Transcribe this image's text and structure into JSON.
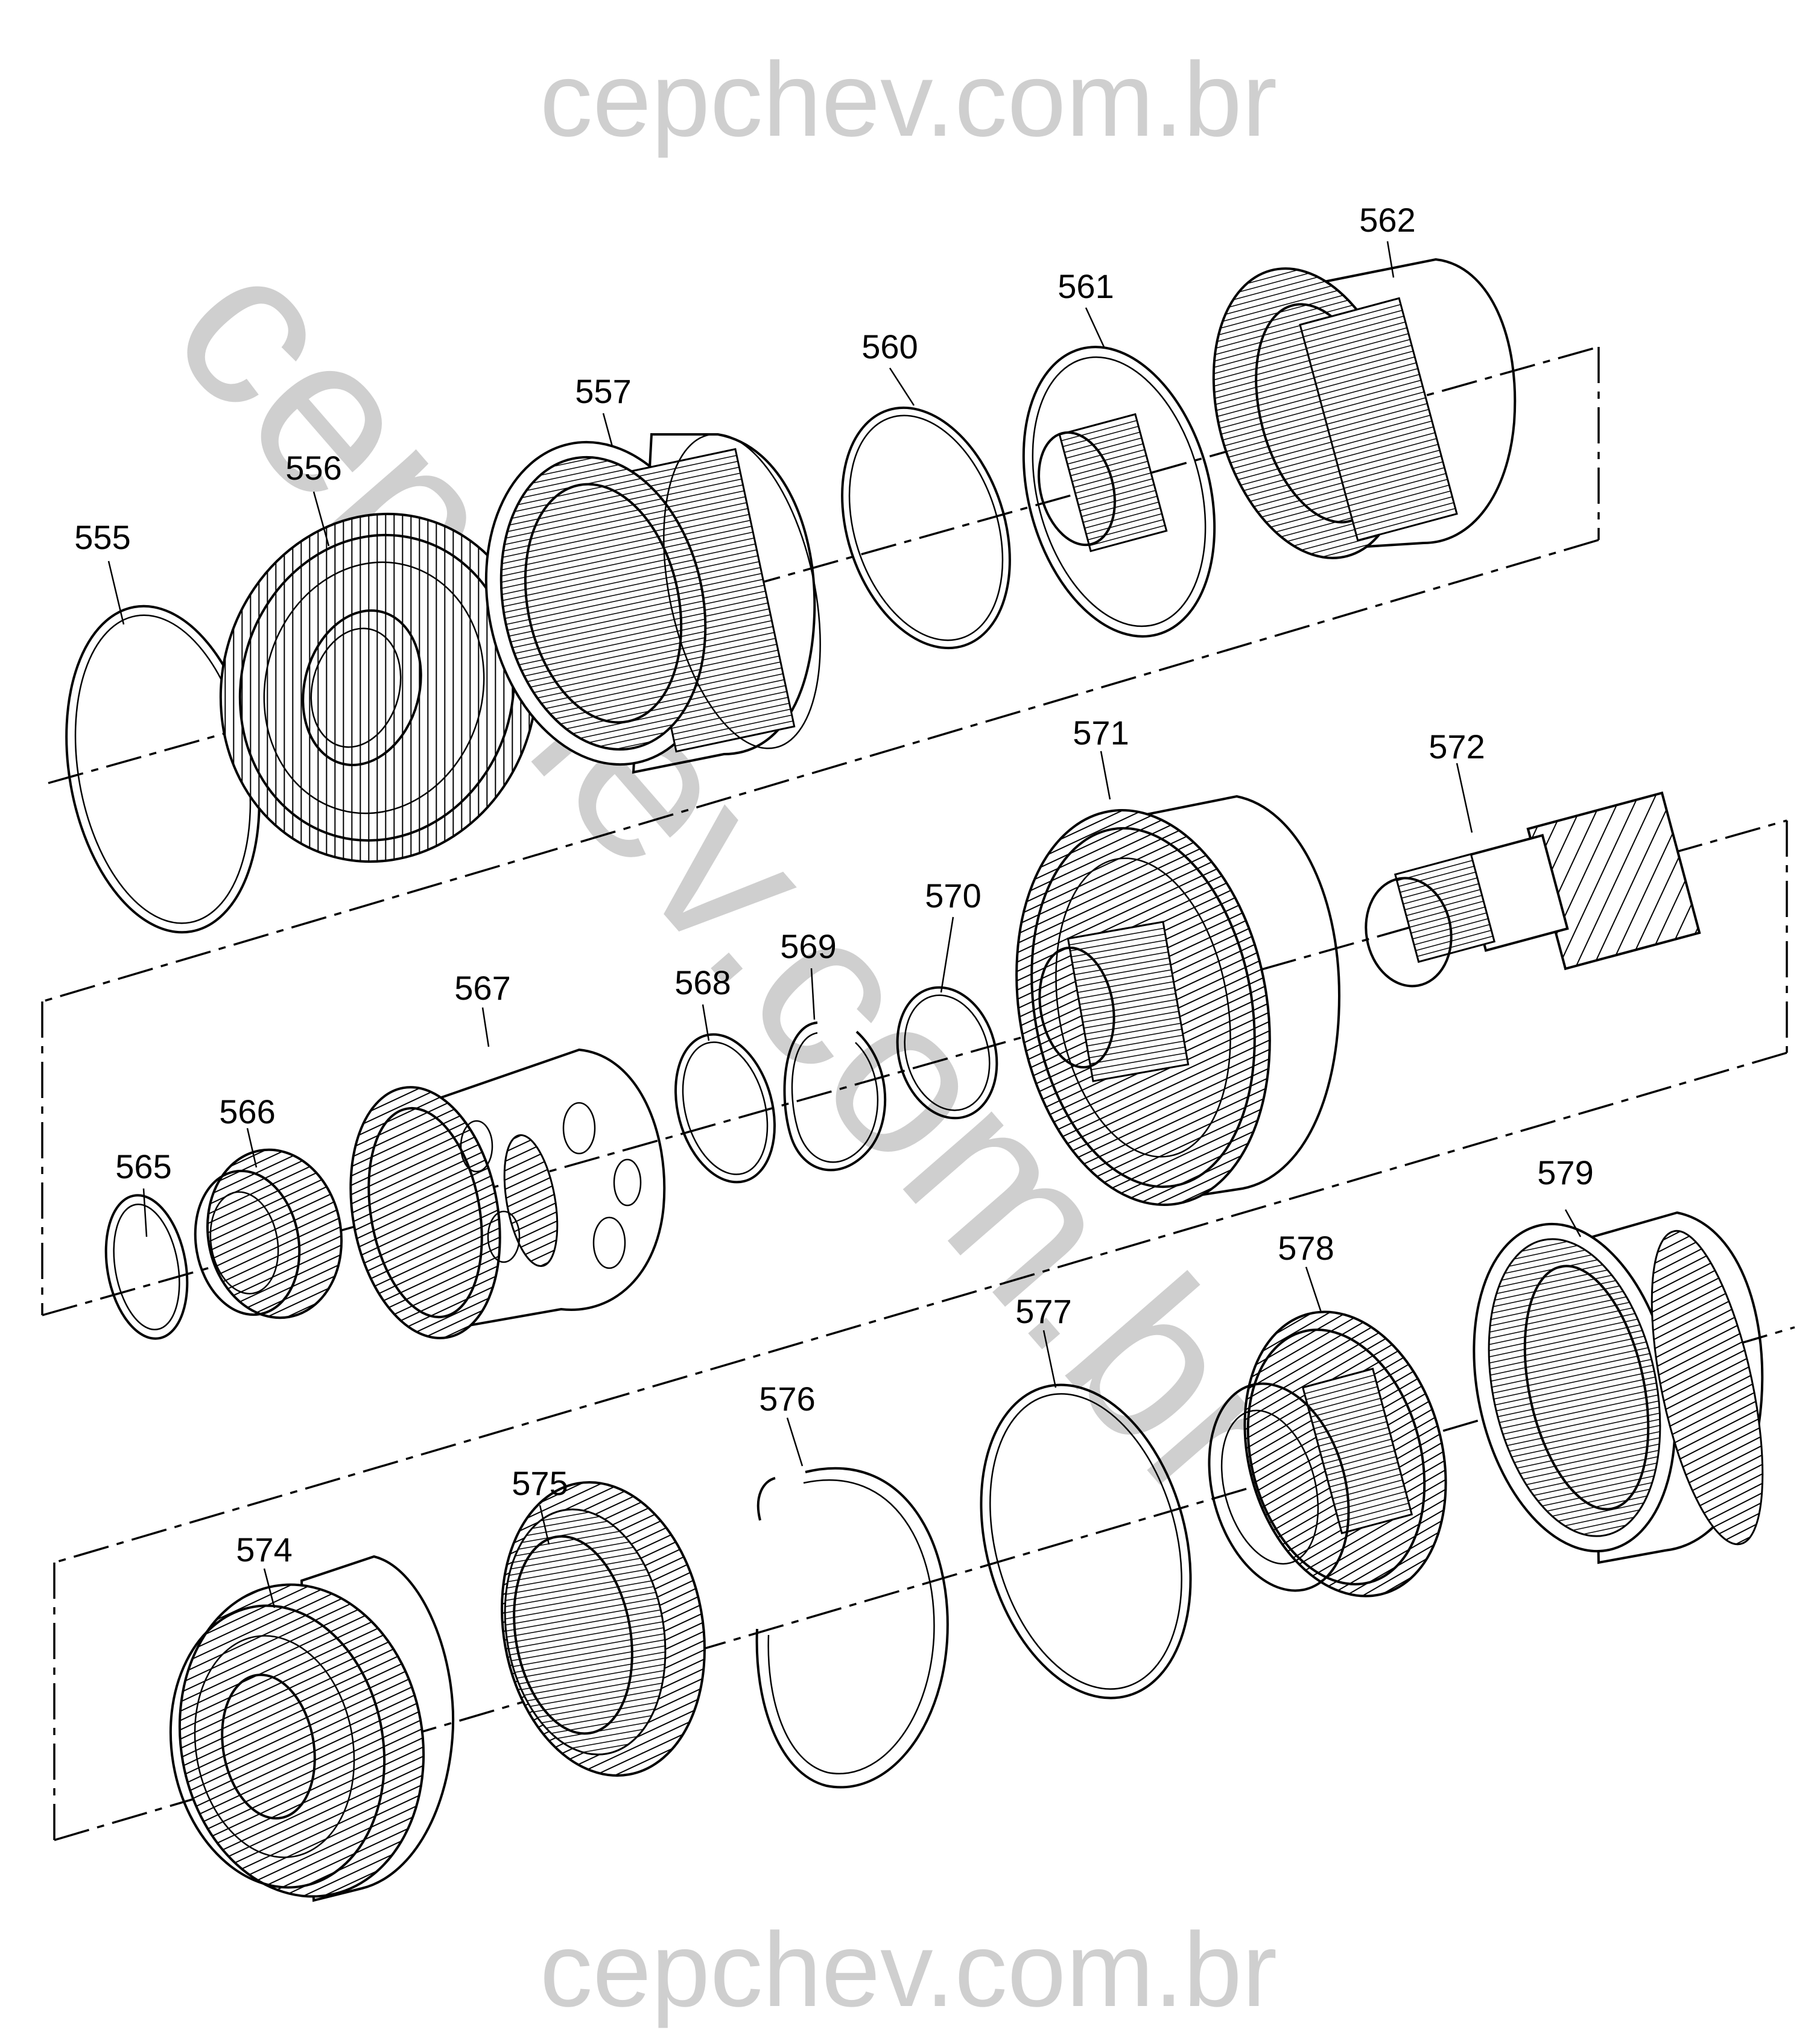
{
  "watermarks": {
    "top": "cepchev.com.br",
    "bottom": "cepchev.com.br",
    "diagonal": "cepchev.com.br"
  },
  "part_numbers": {
    "p555": "555",
    "p556": "556",
    "p557": "557",
    "p560": "560",
    "p561": "561",
    "p562": "562",
    "p565": "565",
    "p566": "566",
    "p567": "567",
    "p568": "568",
    "p569": "569",
    "p570": "570",
    "p571": "571",
    "p572": "572",
    "p574": "574",
    "p575": "575",
    "p576": "576",
    "p577": "577",
    "p578": "578",
    "p579": "579"
  }
}
